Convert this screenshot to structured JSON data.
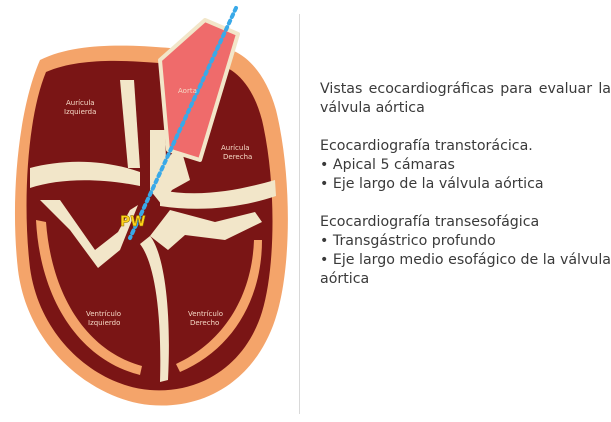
{
  "diagram": {
    "labels": {
      "left_atrium": [
        "Aurícula",
        "Izquierda"
      ],
      "aorta": "Aorta",
      "right_atrium": [
        "Aurícula",
        "Derecha"
      ],
      "left_ventricle": [
        "Ventrículo",
        "Izquierdo"
      ],
      "right_ventricle": [
        "Ventrículo",
        "Derecho"
      ],
      "pw": "PW"
    },
    "colors": {
      "myocardium": "#7a1515",
      "chamber_fill": "#f2e6c9",
      "outer_wall": "#f4a46a",
      "aorta": "#ef6b6b",
      "doppler_beam": "#39a9e8",
      "pw_marker": "#ffd21a"
    }
  },
  "text": {
    "intro": "Vistas ecocardiográficas para evaluar la válvula aórtica",
    "tte": {
      "heading": "Ecocardiografía transtorácica.",
      "items": [
        "• Apical 5 cámaras",
        "• Eje largo de la válvula aórtica"
      ]
    },
    "tee": {
      "heading": "Ecocardiografía transesofágica",
      "items": [
        "• Transgástrico profundo",
        "• Eje largo medio esofágico de la válvula aórtica"
      ]
    }
  }
}
